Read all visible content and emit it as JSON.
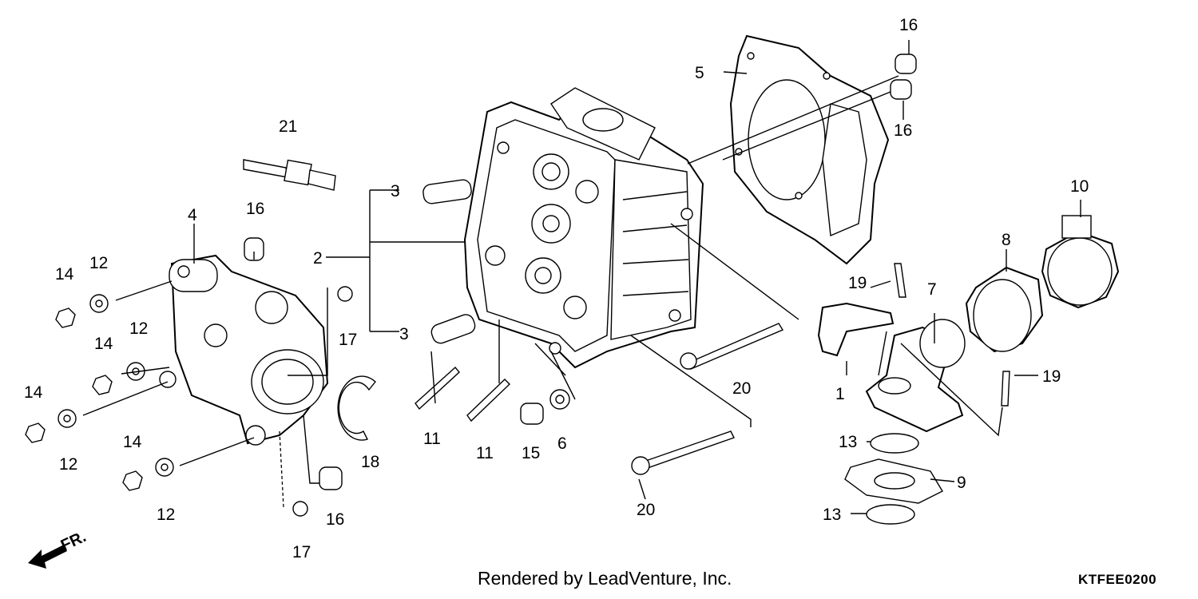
{
  "diagram": {
    "callouts": {
      "c1": "1",
      "c2": "2",
      "c3a": "3",
      "c3b": "3",
      "c4": "4",
      "c5": "5",
      "c6": "6",
      "c7": "7",
      "c8": "8",
      "c9": "9",
      "c10": "10",
      "c11a": "11",
      "c11b": "11",
      "c12a": "12",
      "c12b": "12",
      "c12c": "12",
      "c12d": "12",
      "c13a": "13",
      "c13b": "13",
      "c14a": "14",
      "c14b": "14",
      "c14c": "14",
      "c14d": "14",
      "c15": "15",
      "c16a": "16",
      "c16b": "16",
      "c16c": "16",
      "c16d": "16",
      "c17a": "17",
      "c17b": "17",
      "c18": "18",
      "c19a": "19",
      "c19b": "19",
      "c20a": "20",
      "c20b": "20",
      "c21": "21"
    },
    "front_indicator": "FR.",
    "credit": "Rendered by LeadVenture, Inc.",
    "diagram_code": "KTFEE0200"
  }
}
